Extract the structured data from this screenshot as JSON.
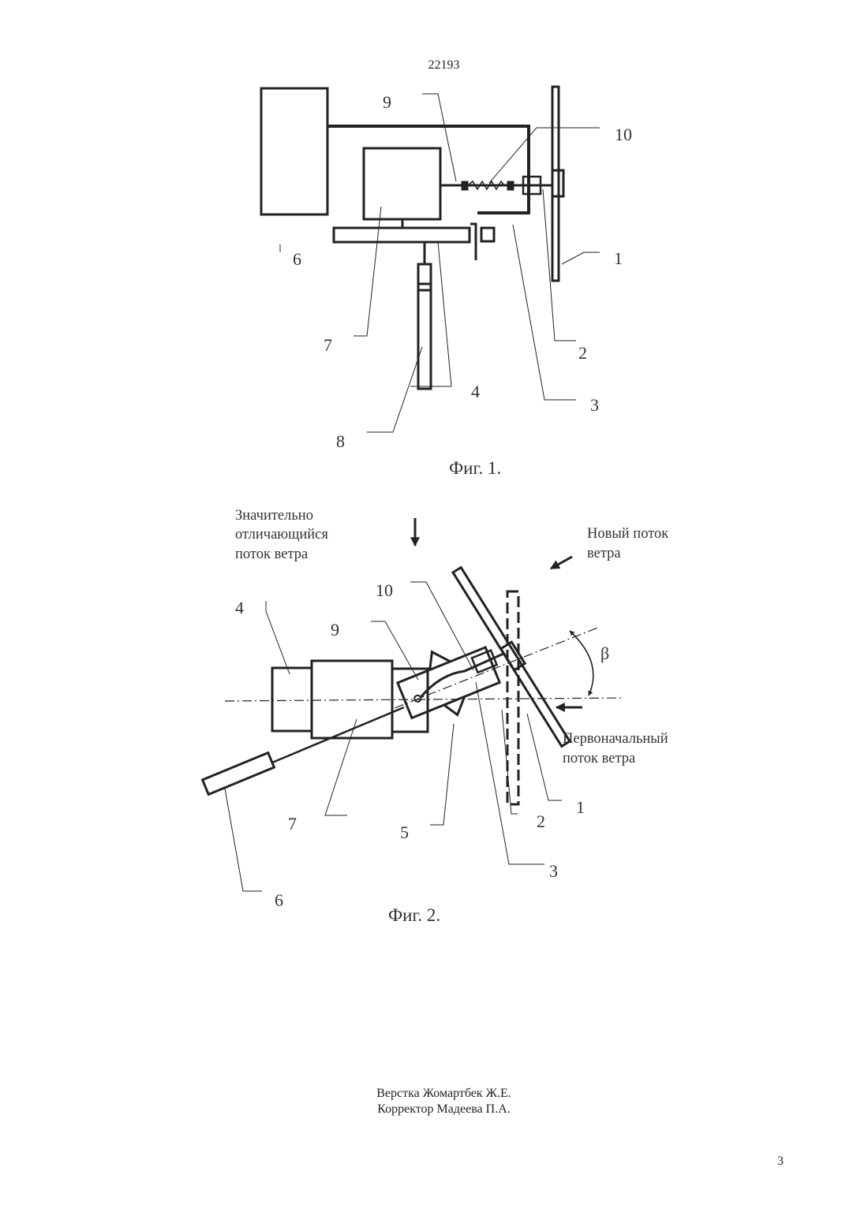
{
  "document": {
    "number": "22193",
    "page_number": "3",
    "credits": [
      "Верстка Жомартбек Ж.Е.",
      "Корректор Мадеева П.А."
    ]
  },
  "figure1": {
    "caption": "Фиг. 1.",
    "labels": {
      "l1": "1",
      "l2": "2",
      "l3": "3",
      "l4": "4",
      "l6": "6",
      "l7": "7",
      "l8": "8",
      "l9": "9",
      "l10": "10"
    }
  },
  "figure2": {
    "caption": "Фиг. 2.",
    "angle_symbol": "β",
    "labels": {
      "l1": "1",
      "l2": "2",
      "l3": "3",
      "l4": "4",
      "l5": "5",
      "l6": "6",
      "l7": "7",
      "l9": "9",
      "l10": "10"
    },
    "annotations": {
      "different_flow": [
        "Значительно",
        "отличающийся",
        "поток ветра"
      ],
      "new_flow": [
        "Новый поток",
        "ветра"
      ],
      "initial_flow": [
        "Первоначальный",
        "поток ветра"
      ]
    }
  }
}
